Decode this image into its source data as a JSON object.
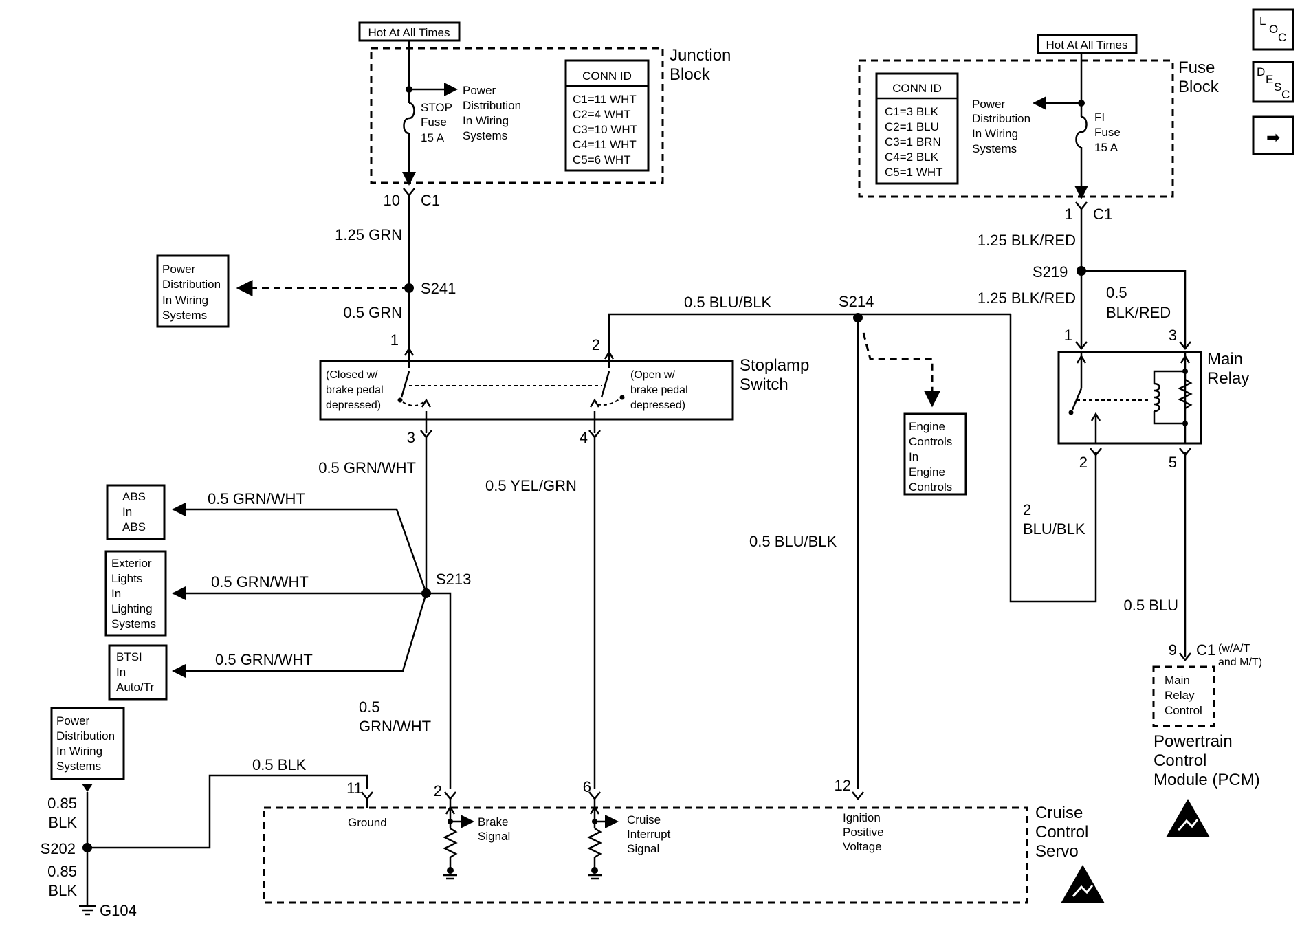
{
  "power_sources": {
    "left": "Hot At All Times",
    "right": "Hot At All Times"
  },
  "junction_block": {
    "title_line1": "Junction",
    "title_line2": "Block",
    "fuse_line1": "STOP",
    "fuse_line2": "Fuse",
    "fuse_line3": "15 A",
    "pd_line1": "Power",
    "pd_line2": "Distribution",
    "pd_line3": "In Wiring",
    "pd_line4": "Systems",
    "conn_header": "CONN ID",
    "conn_rows": [
      "C1=11 WHT",
      "C2=4 WHT",
      "C3=10 WHT",
      "C4=11 WHT",
      "C5=6 WHT"
    ],
    "pin": "10",
    "connector": "C1"
  },
  "fuse_block": {
    "title_line1": "Fuse",
    "title_line2": "Block",
    "fuse_line1": "FI",
    "fuse_line2": "Fuse",
    "fuse_line3": "15 A",
    "pd_line1": "Power",
    "pd_line2": "Distribution",
    "pd_line3": "In Wiring",
    "pd_line4": "Systems",
    "conn_header": "CONN ID",
    "conn_rows": [
      "C1=3 BLK",
      "C2=1 BLU",
      "C3=1 BRN",
      "C4=2 BLK",
      "C5=1 WHT"
    ],
    "pin": "1",
    "connector": "C1"
  },
  "nav_icons": {
    "loc_l": "L",
    "loc_o": "O",
    "loc_c": "C",
    "desc_d": "D",
    "desc_e": "E",
    "desc_s": "S",
    "desc_c": "C",
    "next_arrow": "➡"
  },
  "wires": {
    "w_125grn": "1.25 GRN",
    "w_05grn": "0.5 GRN",
    "w_05blublk_top": "0.5 BLU/BLK",
    "w_125blkred_top": "1.25 BLK/RED",
    "w_125blkred_mid": "1.25 BLK/RED",
    "w_05blkred_l1": "0.5",
    "w_05blkred_l2": "BLK/RED",
    "w_05grnwht_main": "0.5 GRN/WHT",
    "w_05yelgrn": "0.5 YEL/GRN",
    "w_05blublk_mid": "0.5 BLU/BLK",
    "w_2blublk_l1": "2",
    "w_2blublk_l2": "BLU/BLK",
    "w_05blu": "0.5 BLU",
    "w_abs": "0.5 GRN/WHT",
    "w_ext": "0.5 GRN/WHT",
    "w_btsi": "0.5 GRN/WHT",
    "w_05grnwht_low_l1": "0.5",
    "w_05grnwht_low_l2": "GRN/WHT",
    "w_05blk": "0.5 BLK",
    "w_085blk_top_l1": "0.85",
    "w_085blk_top_l2": "BLK",
    "w_085blk_bot_l1": "0.85",
    "w_085blk_bot_l2": "BLK"
  },
  "splices": {
    "s241": "S241",
    "s214": "S214",
    "s219": "S219",
    "s213": "S213",
    "s202": "S202",
    "g104": "G104"
  },
  "refs": {
    "pd_left": [
      "Power",
      "Distribution",
      "In Wiring",
      "Systems"
    ],
    "abs": [
      "ABS",
      "In",
      "ABS"
    ],
    "ext": [
      "Exterior",
      "Lights",
      "In",
      "Lighting",
      "Systems"
    ],
    "btsi": [
      "BTSI",
      "In",
      "Auto/Tr"
    ],
    "pd_bottom": [
      "Power",
      "Distribution",
      "In Wiring",
      "Systems"
    ],
    "engine": [
      "Engine",
      "Controls",
      "In",
      "Engine",
      "Controls"
    ]
  },
  "stoplamp_switch": {
    "title_line1": "Stoplamp",
    "title_line2": "Switch",
    "left_note": [
      "(Closed w/",
      "brake pedal",
      "depressed)"
    ],
    "right_note": [
      "(Open w/",
      "brake pedal",
      "depressed)"
    ],
    "pin1": "1",
    "pin2": "2",
    "pin3": "3",
    "pin4": "4"
  },
  "main_relay": {
    "title_line1": "Main",
    "title_line2": "Relay",
    "pin1": "1",
    "pin3": "3",
    "pin2": "2",
    "pin5": "5"
  },
  "pcm": {
    "pin": "9",
    "connector": "C1",
    "conn_note_l1": "(w/A/T",
    "conn_note_l2": "and M/T)",
    "inner": [
      "Main",
      "Relay",
      "Control"
    ],
    "title": [
      "Powertrain",
      "Control",
      "Module (PCM)"
    ]
  },
  "cruise_servo": {
    "title": [
      "Cruise",
      "Control",
      "Servo"
    ],
    "pin11": "11",
    "pin2": "2",
    "pin6": "6",
    "pin12": "12",
    "ground": "Ground",
    "brake_l1": "Brake",
    "brake_l2": "Signal",
    "cruise_l1": "Cruise",
    "cruise_l2": "Interrupt",
    "cruise_l3": "Signal",
    "ign_l1": "Ignition",
    "ign_l2": "Positive",
    "ign_l3": "Voltage"
  }
}
